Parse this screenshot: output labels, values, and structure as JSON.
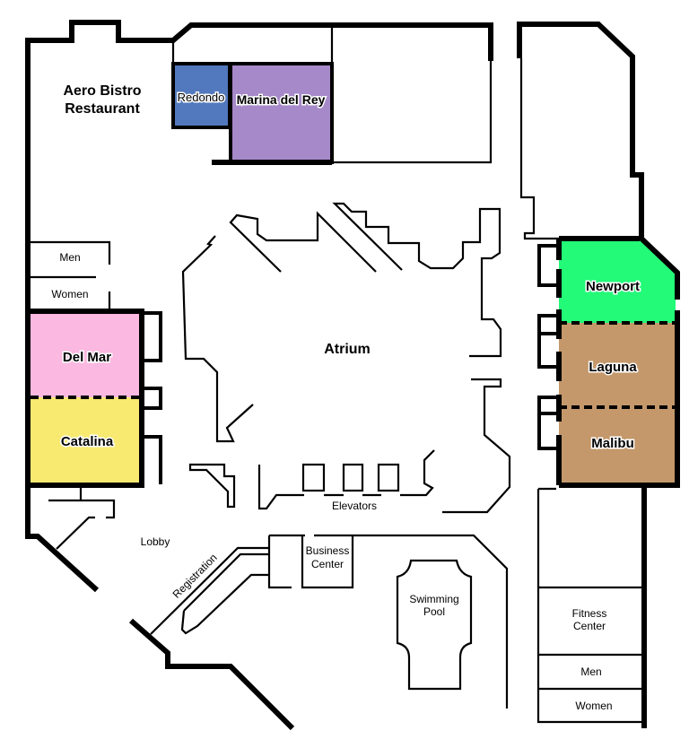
{
  "colors": {
    "redondo": "#5279BD",
    "marina_del_rey": "#A689C9",
    "del_mar": "#FBB8E0",
    "catalina": "#F8E971",
    "newport": "#22FA78",
    "laguna_malibu": "#C4986B"
  },
  "meeting_rooms": {
    "redondo": "Redondo",
    "marina_del_rey": "Marina del Rey",
    "del_mar": "Del Mar",
    "catalina": "Catalina",
    "newport": "Newport",
    "laguna": "Laguna",
    "malibu": "Malibu"
  },
  "areas": {
    "restaurant_line1": "Aero Bistro",
    "restaurant_line2": "Restaurant",
    "atrium": "Atrium",
    "elevators": "Elevators",
    "lobby": "Lobby",
    "registration": "Registration",
    "business_line1": "Business",
    "business_line2": "Center",
    "pool_line1": "Swimming",
    "pool_line2": "Pool",
    "fitness_line1": "Fitness",
    "fitness_line2": "Center",
    "men_left": "Men",
    "women_left": "Women",
    "men_right": "Men",
    "women_right": "Women"
  }
}
